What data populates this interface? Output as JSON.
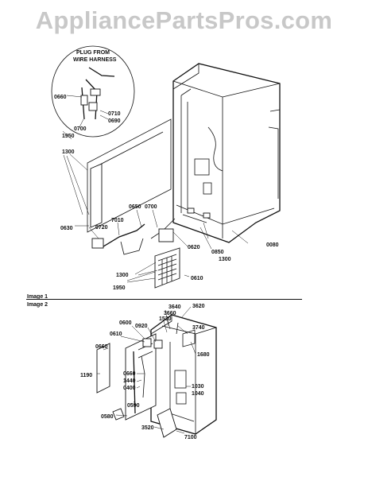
{
  "watermark": "AppliancePartsPros.com",
  "sections": {
    "image1": "Image 1",
    "image2": "Image 2"
  },
  "callout": {
    "line1": "PLUG FROM",
    "line2": "WIRE HARNESS"
  },
  "parts1": {
    "p0660": "0660",
    "p0710": "0710",
    "p0690": "0690",
    "p0700a": "0700",
    "p1950a": "1950",
    "p1300a": "1300",
    "p0630": "0630",
    "p0720": "0720",
    "p7010": "7010",
    "p0650": "0650",
    "p0700b": "0700",
    "p0620": "0620",
    "p0850": "0850",
    "p1300b": "1300",
    "p0080": "0080",
    "p1300c": "1300",
    "p0610": "0610",
    "p1950b": "1950"
  },
  "parts2": {
    "p3640": "3640",
    "p3660": "3660",
    "p3620": "3620",
    "p1530": "1530",
    "p0600": "0600",
    "p0920": "0920",
    "p3740": "3740",
    "p0610": "0610",
    "p0660a": "0660",
    "p1680": "1680",
    "p1190": "1190",
    "p0660b": "0660",
    "p1440": "1440",
    "p0400": "0400",
    "p1030": "1030",
    "p1040": "1040",
    "p0590": "0590",
    "p0580": "0580",
    "p3520": "3520",
    "p7100": "7100"
  }
}
